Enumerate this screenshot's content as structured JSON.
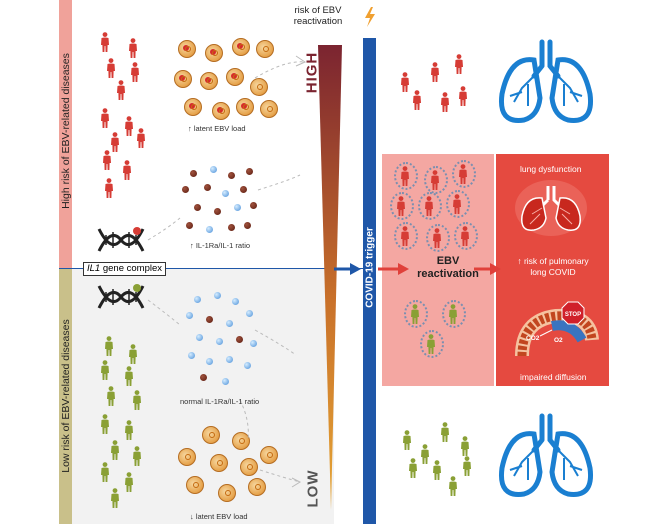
{
  "left": {
    "high_label": "High risk of EBV-related diseases",
    "low_label": "Low risk of EBV-related diseases",
    "gene_label_italic": "IL1",
    "gene_label_rest": " gene complex",
    "high_latent": "↑ latent EBV load",
    "high_ratio": "↑ IL-1Ra/IL-1 ratio",
    "low_ratio": "normal IL-1Ra/IL-1 ratio",
    "low_latent": "↓ latent EBV load"
  },
  "wedge": {
    "title_line1": "risk of EBV",
    "title_line2": "reactivation",
    "high": "HIGH",
    "low": "LOW",
    "colors": {
      "top": "#7b2430",
      "mid": "#c9712a",
      "bottom": "#e6a635"
    }
  },
  "trigger": {
    "label": "COVID-19  trigger",
    "color": "#1f57a8"
  },
  "right": {
    "ebv_line1": "EBV",
    "ebv_line2": "reactivation",
    "lung_dysfunction": "lung dysfunction",
    "risk_line1": "↑ risk of pulmonary",
    "risk_line2": "long COVID",
    "impaired": "impaired diffusion",
    "stop": "STOP",
    "co2": "CO2",
    "o2": "O2"
  },
  "colors": {
    "high_bar": "#f0a29a",
    "low_bar": "#c9c08a",
    "high_person": "#d63c35",
    "low_person": "#8aa035",
    "arrow_red": "#e0403a",
    "lung_blue": "#1a7fd1"
  }
}
